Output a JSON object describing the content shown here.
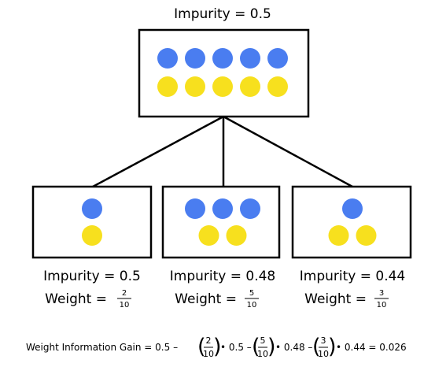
{
  "colors": {
    "blue": "#4a7df0",
    "yellow": "#f7e01e",
    "stroke": "#000000",
    "background": "#ffffff"
  },
  "root": {
    "impurity_text": "Impurity = 0.5",
    "blue_count": 5,
    "yellow_count": 5
  },
  "children": [
    {
      "blue_count": 1,
      "yellow_count": 1,
      "impurity_text": "Impurity = 0.5",
      "weight_label": "Weight =",
      "weight_numerator": "2",
      "weight_denominator": "10"
    },
    {
      "blue_count": 3,
      "yellow_count": 2,
      "impurity_text": "Impurity = 0.48",
      "weight_label": "Weight =",
      "weight_numerator": "5",
      "weight_denominator": "10"
    },
    {
      "blue_count": 1,
      "yellow_count": 2,
      "impurity_text": "Impurity = 0.44",
      "weight_label": "Weight =",
      "weight_numerator": "3",
      "weight_denominator": "10"
    }
  ],
  "formula": {
    "prefix": "Weight Information Gain = 0.5 –",
    "terms": [
      {
        "numerator": "2",
        "denominator": "10",
        "after": "• 0.5 –"
      },
      {
        "numerator": "5",
        "denominator": "10",
        "after": "• 0.48 –"
      },
      {
        "numerator": "3",
        "denominator": "10",
        "after": "• 0.44 = 0.026"
      }
    ]
  }
}
